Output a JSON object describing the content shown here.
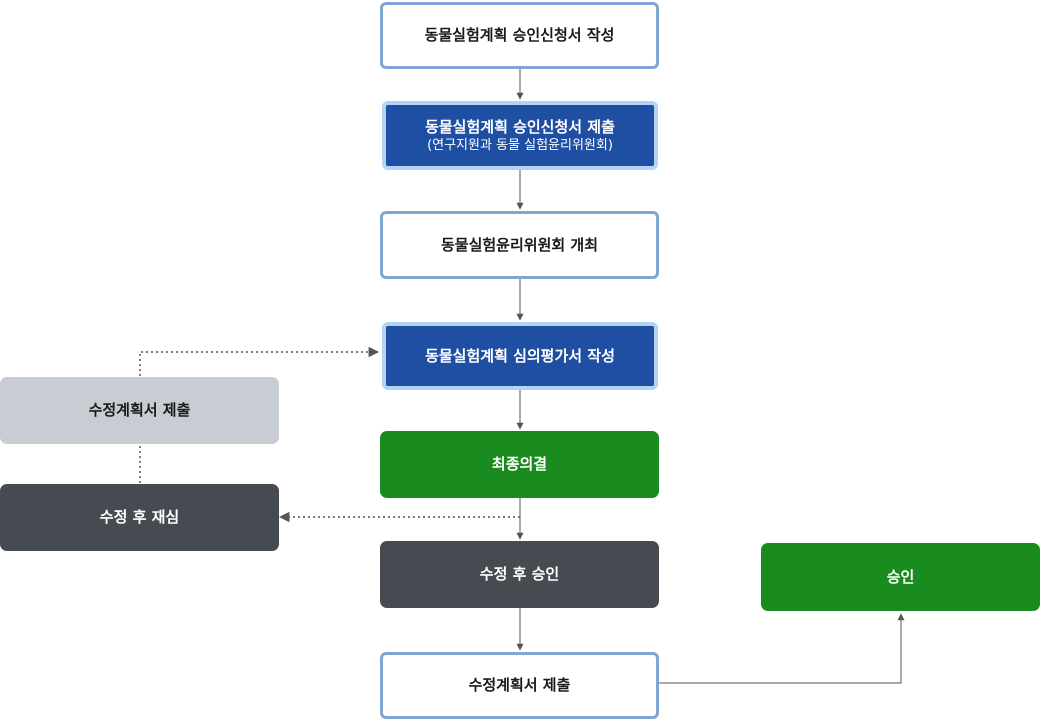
{
  "nodes": {
    "write_application": "동물실험계획 승인신청서 작성",
    "submit_application": {
      "title": "동물실험계획 승인신청서 제출",
      "sub": "(연구지원과 동물 실험윤리위원회)"
    },
    "committee_meeting": "동물실험윤리위원회 개최",
    "write_review": "동물실험계획 심의평가서 작성",
    "final_decision": "최종의결",
    "approval_after_revision": "수정 후 승인",
    "submit_revised_plan": "수정계획서 제출",
    "approval": "승인",
    "resubmit_revised_plan": "수정계획서 제출",
    "rereview_after_revision": "수정 후 재심"
  },
  "colors": {
    "outline_border": "#7fa7d2",
    "blue_fill": "#1f4fa3",
    "blue_border": "#b3d3f3",
    "green_fill": "#1a8c1f",
    "dark_fill": "#464a51",
    "light_fill": "#c8cdd3",
    "connector": "#555555"
  }
}
